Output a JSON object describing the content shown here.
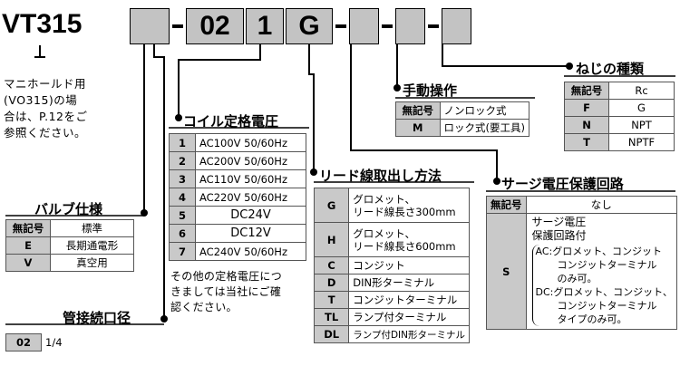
{
  "model": "VT315",
  "code_boxes": [
    "",
    "02",
    "1",
    "G",
    "",
    "",
    ""
  ],
  "separator": "-",
  "note": [
    "マニホールド用",
    "(VO315)の場",
    "合は、P.12をご",
    "参照ください。"
  ],
  "valve_spec": {
    "title": "バルブ仕様",
    "header": {
      "code": "無記号",
      "desc": "標準"
    },
    "rows": [
      {
        "code": "E",
        "desc": "長期通電形"
      },
      {
        "code": "V",
        "desc": "真空用"
      }
    ]
  },
  "port_size": {
    "title": "管接続口径",
    "rows": [
      {
        "code": "02",
        "desc": "1/4"
      }
    ]
  },
  "coil_voltage": {
    "title": "コイル定格電圧",
    "rows": [
      {
        "code": "1",
        "desc": "AC100V 50/60Hz"
      },
      {
        "code": "2",
        "desc": "AC200V 50/60Hz"
      },
      {
        "code": "3",
        "desc": "AC110V 50/60Hz"
      },
      {
        "code": "4",
        "desc": "AC220V 50/60Hz"
      },
      {
        "code": "5",
        "desc": "DC24V"
      },
      {
        "code": "6",
        "desc": "DC12V"
      },
      {
        "code": "7",
        "desc": "AC240V 50/60Hz"
      }
    ],
    "note": [
      "その他の定格電圧につ",
      "きましては当社にご確",
      "認ください。"
    ]
  },
  "lead_wire": {
    "title": "リード線取出し方法",
    "rows": [
      {
        "code": "G",
        "desc": [
          "グロメット、",
          "リード線長さ300mm"
        ]
      },
      {
        "code": "H",
        "desc": [
          "グロメット、",
          "リード線長さ600mm"
        ]
      },
      {
        "code": "C",
        "desc": [
          "コンジット"
        ]
      },
      {
        "code": "D",
        "desc": [
          "DIN形ターミナル"
        ]
      },
      {
        "code": "T",
        "desc": [
          "コンジットターミナル"
        ]
      },
      {
        "code": "TL",
        "desc": [
          "ランプ付ターミナル"
        ]
      },
      {
        "code": "DL",
        "desc": [
          "ランプ付DIN形ターミナル"
        ]
      }
    ]
  },
  "manual_override": {
    "title": "手動操作",
    "rows": [
      {
        "code": "無記号",
        "desc": "ノンロック式"
      },
      {
        "code": "M",
        "desc": "ロック式(要工具)"
      }
    ]
  },
  "surge": {
    "title": "サージ電圧保護回路",
    "rows": [
      {
        "code": "無記号",
        "desc": [
          "なし"
        ]
      },
      {
        "code": "S",
        "desc": [
          "サージ電圧",
          "保護回路付",
          "AC:グロメット、コンジット",
          "コンジットターミナル",
          "のみ可。",
          "DC:グロメット、コンジット、",
          "コンジットターミナル",
          "タイプのみ可。"
        ]
      }
    ]
  },
  "thread": {
    "title": "ねじの種類",
    "rows": [
      {
        "code": "無記号",
        "desc": "Rc"
      },
      {
        "code": "F",
        "desc": "G"
      },
      {
        "code": "N",
        "desc": "NPT"
      },
      {
        "code": "T",
        "desc": "NPTF"
      }
    ]
  }
}
